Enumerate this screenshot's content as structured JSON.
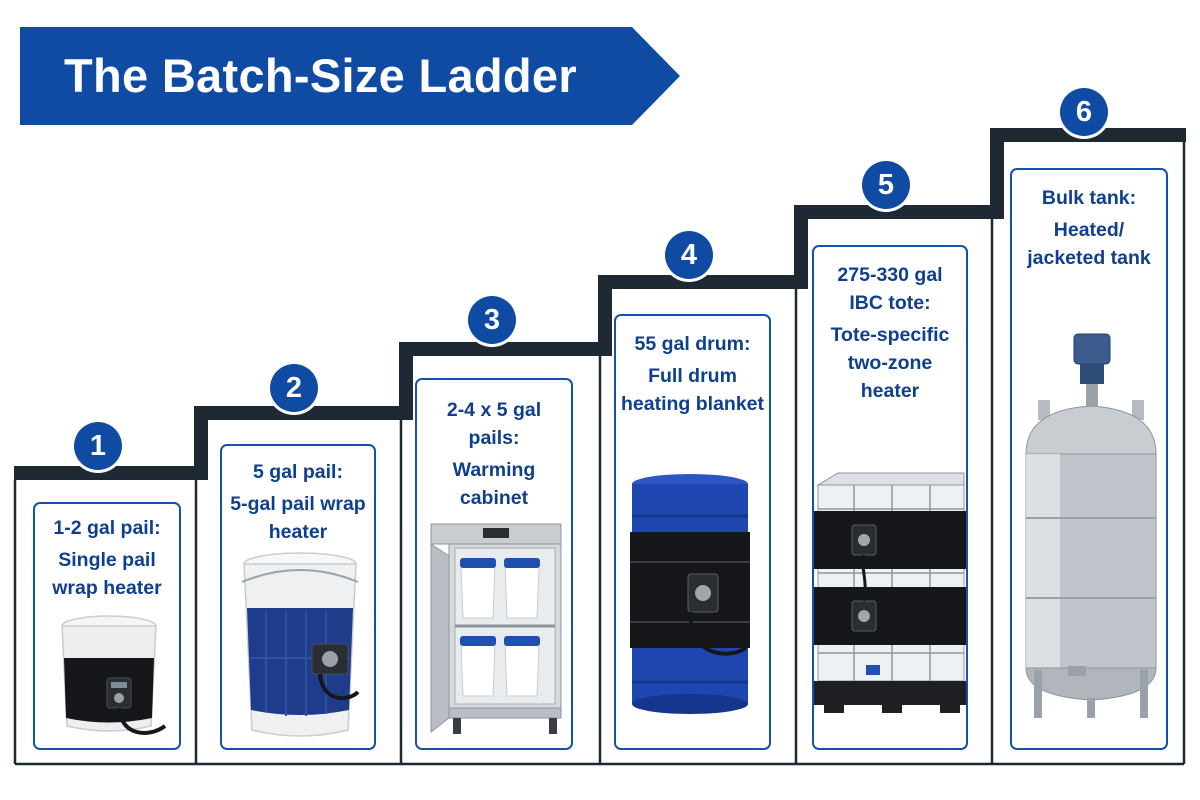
{
  "title": "The Batch-Size Ladder",
  "colors": {
    "banner": "#0f4aa3",
    "step_outline": "#1f2933",
    "card_border": "#1552b0",
    "card_text": "#0f3f8f"
  },
  "steps": [
    {
      "number": "1",
      "size_label": "1-2 gal pail:",
      "solution": "Single pail wrap heater",
      "icon": "small-pail-wrap-heater-icon"
    },
    {
      "number": "2",
      "size_label": "5 gal pail:",
      "solution": "5-gal pail wrap heater",
      "icon": "five-gallon-pail-heater-icon"
    },
    {
      "number": "3",
      "size_label": "2-4 x 5 gal pails:",
      "solution": "Warming cabinet",
      "icon": "warming-cabinet-icon"
    },
    {
      "number": "4",
      "size_label": "55 gal drum:",
      "solution": "Full drum heating blanket",
      "icon": "drum-heating-blanket-icon"
    },
    {
      "number": "5",
      "size_label": "275-330 gal IBC tote:",
      "solution": "Tote-specific two-zone heater",
      "icon": "ibc-tote-heater-icon"
    },
    {
      "number": "6",
      "size_label": "Bulk tank:",
      "solution": "Heated/ jacketed tank",
      "icon": "jacketed-tank-icon"
    }
  ]
}
